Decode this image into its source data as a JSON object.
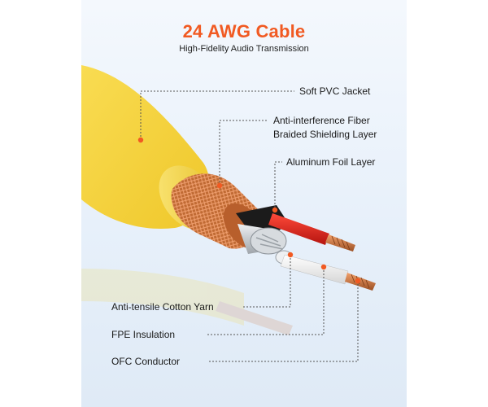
{
  "header": {
    "title": "24 AWG Cable",
    "subtitle": "High-Fidelity Audio Transmission"
  },
  "labels": {
    "jacket": "Soft PVC Jacket",
    "shield_line1": "Anti-interference Fiber",
    "shield_line2": "Braided Shielding Layer",
    "foil": "Aluminum Foil Layer",
    "yarn": "Anti-tensile Cotton Yarn",
    "fpe": "FPE Insulation",
    "ofc": "OFC Conductor"
  },
  "colors": {
    "accent": "#f15a22",
    "jacket": "#f6d23e",
    "braid": "#c8743c",
    "conductor": "#c77a45",
    "red_insulation": "#e0201b",
    "white_insulation": "#f2f2f2",
    "foil": "#c9cdd2"
  }
}
